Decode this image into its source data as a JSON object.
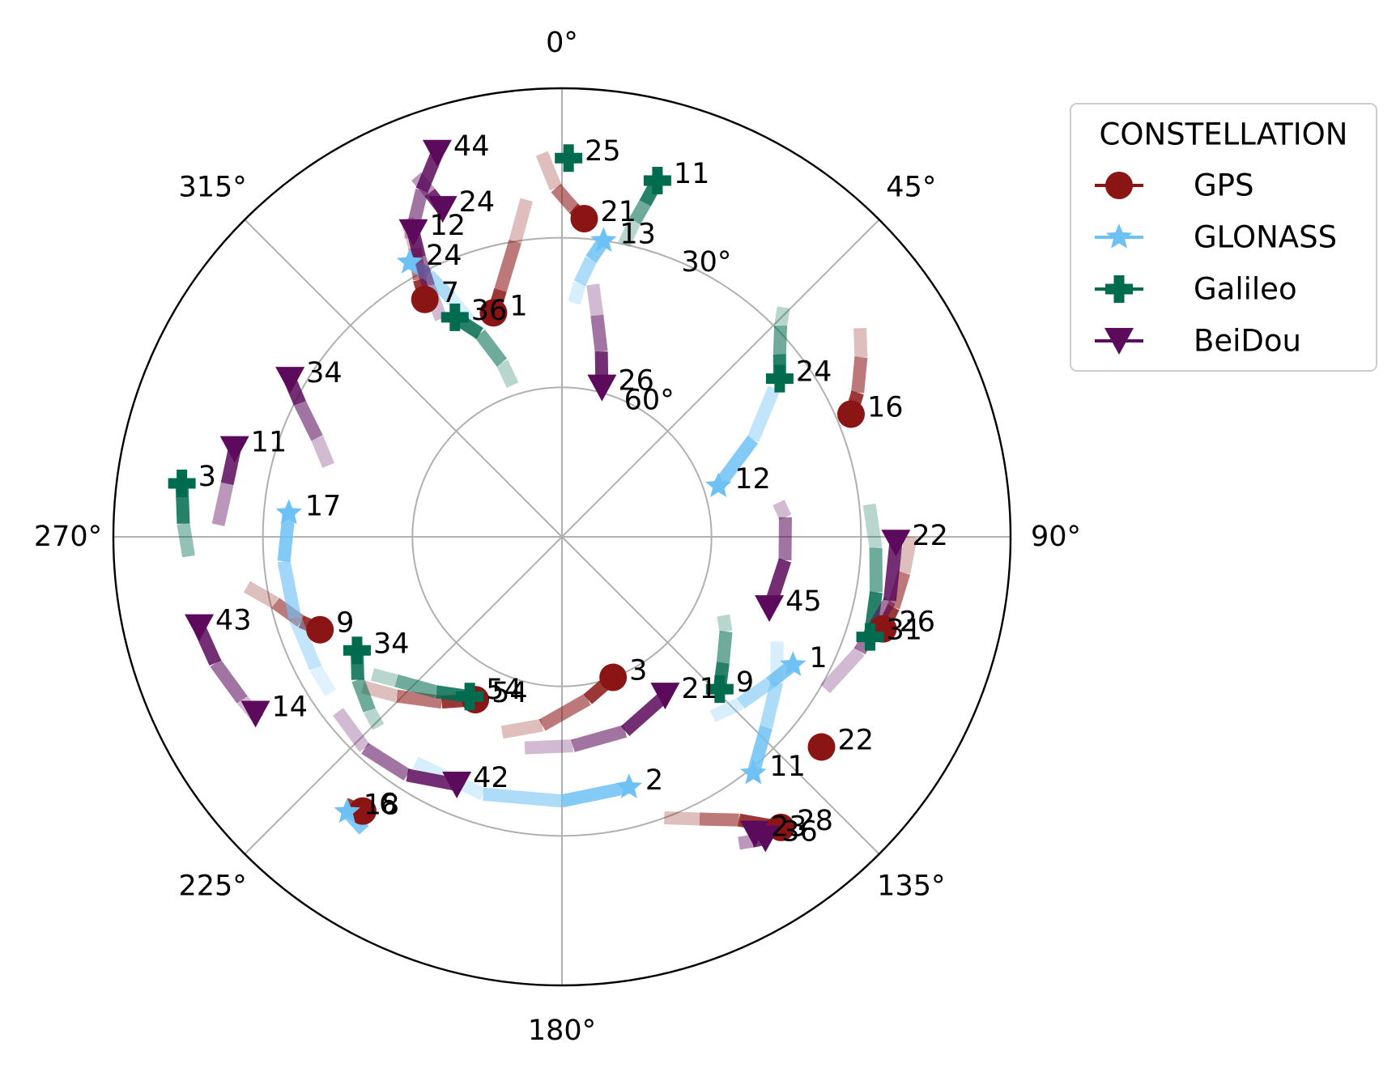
{
  "chart_data": {
    "type": "scatter",
    "polar": true,
    "theta_direction": "clockwise",
    "theta_zero": "top",
    "radial_axis": "elevation",
    "r_range": [
      90,
      0
    ],
    "radial_ticks": [
      30,
      60
    ],
    "radial_tick_labels": [
      "30°",
      "60°"
    ],
    "angular_ticks": [
      0,
      45,
      90,
      135,
      180,
      225,
      270,
      315
    ],
    "angular_tick_labels": [
      "0°",
      "45°",
      "90°",
      "135°",
      "180°",
      "225°",
      "270°",
      "315°"
    ],
    "grid": true,
    "legend": {
      "title": "CONSTELLATION",
      "placement": "right",
      "entries": [
        "GPS",
        "GLONASS",
        "Galileo",
        "BeiDou"
      ]
    },
    "series": [
      {
        "name": "GPS",
        "marker": "circle",
        "color": "#8b1414",
        "satellites": [
          {
            "label": "1",
            "az": 343,
            "el": 43,
            "trail": [
              [
                346,
                39
              ],
              [
                351,
                30
              ],
              [
                354,
                22
              ]
            ]
          },
          {
            "label": "21",
            "az": 4,
            "el": 26,
            "trail": [
              [
                2,
                24
              ],
              [
                359,
                20
              ],
              [
                357,
                13
              ]
            ]
          },
          {
            "label": "7",
            "az": 330,
            "el": 35,
            "trail": [
              [
                331,
                31
              ],
              [
                333,
                25
              ],
              [
                334,
                19
              ]
            ]
          },
          {
            "label": "16",
            "az": 67,
            "el": 27,
            "trail": [
              [
                64,
                24
              ],
              [
                59,
                20
              ],
              [
                55,
                17
              ]
            ]
          },
          {
            "label": "26",
            "az": 106,
            "el": 23,
            "trail": [
              [
                102,
                22
              ],
              [
                96,
                21
              ],
              [
                90,
                20
              ]
            ]
          },
          {
            "label": "9",
            "az": 249,
            "el": 38,
            "trail": [
              [
                252,
                35
              ],
              [
                257,
                31
              ],
              [
                261,
                26
              ]
            ]
          },
          {
            "label": "3",
            "az": 160,
            "el": 60,
            "trail": [
              [
                171,
                57
              ],
              [
                186,
                52
              ],
              [
                197,
                49
              ]
            ]
          },
          {
            "label": "54",
            "az": 208,
            "el": 53,
            "trail": [
              [
                216,
                49
              ],
              [
                226,
                44
              ],
              [
                233,
                40
              ]
            ]
          },
          {
            "label": "22",
            "az": 129,
            "el": 23,
            "trail": []
          },
          {
            "label": "6",
            "az": 216,
            "el": 22,
            "trail": [
              [
                219,
                21
              ]
            ]
          },
          {
            "label": "28",
            "az": 143,
            "el": 17,
            "trail": [
              [
                148,
                23
              ],
              [
                154,
                27
              ],
              [
                160,
                30
              ]
            ]
          }
        ]
      },
      {
        "name": "GLONASS",
        "marker": "star",
        "color": "#6ec1f5",
        "satellites": [
          {
            "label": "13",
            "az": 8,
            "el": 30,
            "trail": [
              [
                6,
                34
              ],
              [
                4,
                39
              ],
              [
                3,
                43
              ]
            ]
          },
          {
            "label": "24",
            "az": 331,
            "el": 27,
            "trail": [
              [
                333,
                31
              ],
              [
                335,
                37
              ],
              [
                337,
                43
              ]
            ]
          },
          {
            "label": "12",
            "az": 72,
            "el": 57,
            "trail": [
              [
                63,
                47
              ],
              [
                55,
                38
              ]
            ]
          },
          {
            "label": "17",
            "az": 275,
            "el": 35,
            "trail": [
              [
                265,
                34
              ],
              [
                253,
                34
              ],
              [
                242,
                34
              ],
              [
                236,
                34
              ]
            ]
          },
          {
            "label": "1",
            "az": 119,
            "el": 37,
            "trail": [
              [
                125,
                39
              ],
              [
                133,
                41
              ],
              [
                140,
                43
              ]
            ]
          },
          {
            "label": "11",
            "az": 141,
            "el": 29,
            "trail": [
              [
                133,
                34
              ],
              [
                124,
                38
              ],
              [
                116,
                42
              ]
            ]
          },
          {
            "label": "2",
            "az": 165,
            "el": 38,
            "trail": [
              [
                180,
                37
              ],
              [
                197,
                36
              ],
              [
                213,
                36
              ]
            ]
          },
          {
            "label": "18",
            "az": 218,
            "el": 20,
            "trail": [
              [
                214,
                19
              ]
            ]
          }
        ]
      },
      {
        "name": "Galileo",
        "marker": "plus",
        "color": "#006b4e",
        "satellites": [
          {
            "label": "25",
            "az": 1,
            "el": 14,
            "trail": []
          },
          {
            "label": "11",
            "az": 15,
            "el": 16,
            "trail": [
              [
                14,
                21
              ],
              [
                13,
                25
              ],
              [
                12,
                30
              ]
            ]
          },
          {
            "label": "36",
            "az": 334,
            "el": 41,
            "trail": [
              [
                338,
                46
              ],
              [
                341,
                53
              ],
              [
                342,
                58
              ]
            ]
          },
          {
            "label": "24",
            "az": 54,
            "el": 36,
            "trail": [
              [
                50,
                33
              ],
              [
                46,
                29
              ],
              [
                44,
                26
              ]
            ]
          },
          {
            "label": "31",
            "az": 108,
            "el": 25,
            "trail": [
              [
                100,
                26
              ],
              [
                92,
                27
              ],
              [
                84,
                28
              ]
            ]
          },
          {
            "label": "3",
            "az": 278,
            "el": 13,
            "trail": [
              [
                272,
                14
              ],
              [
                267,
                15
              ]
            ]
          },
          {
            "label": "34",
            "az": 241,
            "el": 43,
            "trail": [
              [
                235,
                40
              ],
              [
                228,
                38
              ],
              [
                224,
                37
              ]
            ]
          },
          {
            "label": "54",
            "az": 210,
            "el": 53,
            "trail": [
              [
                219,
                50
              ],
              [
                229,
                46
              ],
              [
                234,
                43
              ]
            ]
          },
          {
            "label": "9",
            "az": 134,
            "el": 46,
            "trail": [
              [
                128,
                49
              ],
              [
                120,
                52
              ],
              [
                116,
                54
              ]
            ]
          }
        ]
      },
      {
        "name": "BeiDou",
        "marker": "triangle_down",
        "color": "#5c0a5c",
        "satellites": [
          {
            "label": "44",
            "az": 342,
            "el": 9,
            "trail": [
              [
                338,
                15
              ],
              [
                335,
                20
              ],
              [
                333,
                23
              ]
            ]
          },
          {
            "label": "24",
            "az": 340,
            "el": 20,
            "trail": [
              [
                339,
                16
              ],
              [
                338,
                12
              ]
            ]
          },
          {
            "label": "12",
            "az": 334,
            "el": 22,
            "trail": [
              [
                333,
                27
              ],
              [
                332,
                33
              ],
              [
                331,
                40
              ]
            ]
          },
          {
            "label": "26",
            "az": 15,
            "el": 59,
            "trail": [
              [
                12,
                52
              ],
              [
                9,
                45
              ],
              [
                7,
                39
              ]
            ]
          },
          {
            "label": "34",
            "az": 300,
            "el": 27,
            "trail": [
              [
                297,
                31
              ],
              [
                292,
                37
              ],
              [
                287,
                41
              ]
            ]
          },
          {
            "label": "11",
            "az": 285,
            "el": 22,
            "trail": [
              [
                279,
                22
              ],
              [
                272,
                21
              ]
            ]
          },
          {
            "label": "22",
            "az": 91,
            "el": 23,
            "trail": [
              [
                101,
                23
              ],
              [
                111,
                26
              ],
              [
                120,
                29
              ]
            ]
          },
          {
            "label": "45",
            "az": 109,
            "el": 46,
            "trail": [
              [
                96,
                45
              ],
              [
                85,
                45
              ],
              [
                81,
                46
              ]
            ]
          },
          {
            "label": "43",
            "az": 256,
            "el": 15,
            "trail": [
              [
                250,
                16
              ],
              [
                243,
                18
              ],
              [
                239,
                19
              ]
            ]
          },
          {
            "label": "14",
            "az": 240,
            "el": 19,
            "trail": []
          },
          {
            "label": "42",
            "az": 203,
            "el": 36,
            "trail": [
              [
                213,
                33
              ],
              [
                223,
                32
              ],
              [
                232,
                33
              ]
            ]
          },
          {
            "label": "21",
            "az": 147,
            "el": 52,
            "trail": [
              [
                162,
                49
              ],
              [
                177,
                48
              ],
              [
                190,
                47
              ]
            ]
          },
          {
            "label": "36",
            "az": 146,
            "el": 17,
            "trail": [
              [
                148,
                18
              ],
              [
                150,
                19
              ]
            ]
          },
          {
            "label": "23",
            "az": 147,
            "el": 19,
            "trail": []
          }
        ]
      }
    ]
  }
}
